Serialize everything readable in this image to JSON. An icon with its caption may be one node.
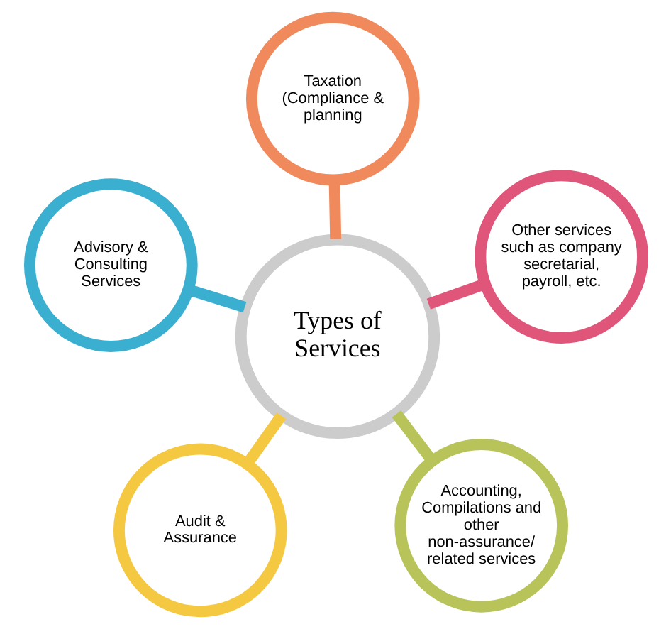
{
  "diagram": {
    "nodes": [
      {
        "text": [
          "Audit & Assurance"
        ]
      },
      {
        "text": [
          "Accounting, Compilations and other non-assurance/ related services"
        ]
      },
      {
        "text": [
          "Types of Services"
        ]
      },
      {
        "text": [
          "Taxation (Compliance & planning"
        ]
      },
      {
        "text": [
          "Other services such as company secretarial, payroll, etc."
        ]
      },
      {
        "text": [
          "Advisory & Consulting Services"
        ]
      }
    ],
    "edges": [
      {
        "from": 2,
        "to": 0,
        "arrow": "none",
        "color": "#f5c842"
      },
      {
        "from": 2,
        "to": 1,
        "arrow": "none",
        "color": "#b8c45a"
      },
      {
        "from": 2,
        "to": 3,
        "arrow": "none",
        "color": "#f08a5d"
      },
      {
        "from": 2,
        "to": 4,
        "arrow": "none",
        "color": "#e0557a"
      },
      {
        "from": 2,
        "to": 5,
        "arrow": "none",
        "color": "#3aafd0"
      }
    ]
  }
}
